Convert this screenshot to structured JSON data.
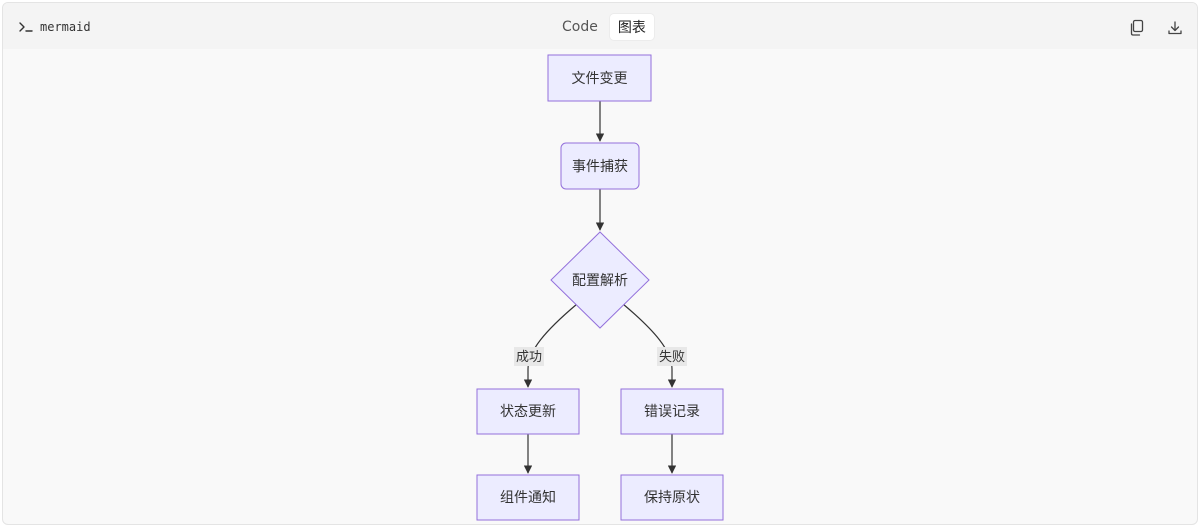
{
  "header": {
    "language": "mermaid",
    "tabs": [
      {
        "label": "Code",
        "active": false
      },
      {
        "label": "图表",
        "active": true
      }
    ],
    "actions": [
      {
        "icon": "copy-icon"
      },
      {
        "icon": "download-icon"
      }
    ]
  },
  "colors": {
    "node_fill": "#ECECFF",
    "node_stroke": "#9370DB",
    "edge": "#333333",
    "edge_label_bg": "#e8e8e8"
  },
  "diagram": {
    "nodes": [
      {
        "id": "A",
        "label": "文件变更",
        "shape": "rect"
      },
      {
        "id": "B",
        "label": "事件捕获",
        "shape": "round"
      },
      {
        "id": "C",
        "label": "配置解析",
        "shape": "diamond"
      },
      {
        "id": "D",
        "label": "状态更新",
        "shape": "rect"
      },
      {
        "id": "E",
        "label": "错误记录",
        "shape": "rect"
      },
      {
        "id": "F",
        "label": "组件通知",
        "shape": "rect"
      },
      {
        "id": "G",
        "label": "保持原状",
        "shape": "rect"
      }
    ],
    "edges": [
      {
        "from": "A",
        "to": "B",
        "label": ""
      },
      {
        "from": "B",
        "to": "C",
        "label": ""
      },
      {
        "from": "C",
        "to": "D",
        "label": "成功"
      },
      {
        "from": "C",
        "to": "E",
        "label": "失败"
      },
      {
        "from": "D",
        "to": "F",
        "label": ""
      },
      {
        "from": "E",
        "to": "G",
        "label": ""
      }
    ]
  }
}
